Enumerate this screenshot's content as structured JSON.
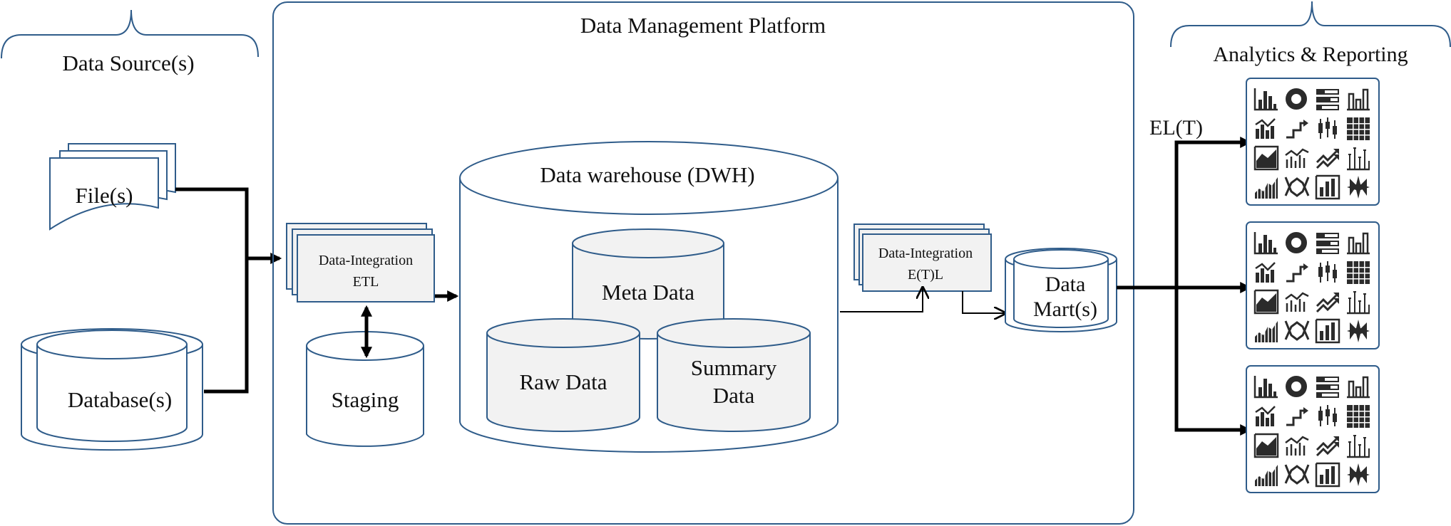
{
  "platform": {
    "title": "Data Management Platform"
  },
  "sources": {
    "title": "Data Source(s)",
    "files_label": "File(s)",
    "database_label": "Database(s)"
  },
  "integration_etl": {
    "line1": "Data-Integration",
    "line2": "ETL"
  },
  "staging": {
    "label": "Staging"
  },
  "warehouse": {
    "title": "Data warehouse (DWH)",
    "meta_label": "Meta Data",
    "raw_label": "Raw Data",
    "summary_line1": "Summary",
    "summary_line2": "Data"
  },
  "integration_etl2": {
    "line1": "Data-Integration",
    "line2": "E(T)L"
  },
  "data_mart": {
    "line1": "Data",
    "line2": "Mart(s)"
  },
  "analytics": {
    "title": "Analytics & Reporting",
    "flow_label": "EL(T)",
    "panel_icons": [
      "bar-chart-icon",
      "donut-chart-icon",
      "stacked-bar-icon",
      "column-chart-icon",
      "combo-chart-icon",
      "step-chart-icon",
      "candlestick-icon",
      "grid-table-icon",
      "area-chart-icon",
      "line-column-icon",
      "trend-arrows-icon",
      "error-bar-icon",
      "histogram-area-icon",
      "parabola-icon",
      "framed-bar-icon",
      "star-chart-icon"
    ]
  },
  "colors": {
    "outline": "#2f5c8a",
    "box_fill": "#f2f2f2",
    "arrow": "#000000"
  }
}
